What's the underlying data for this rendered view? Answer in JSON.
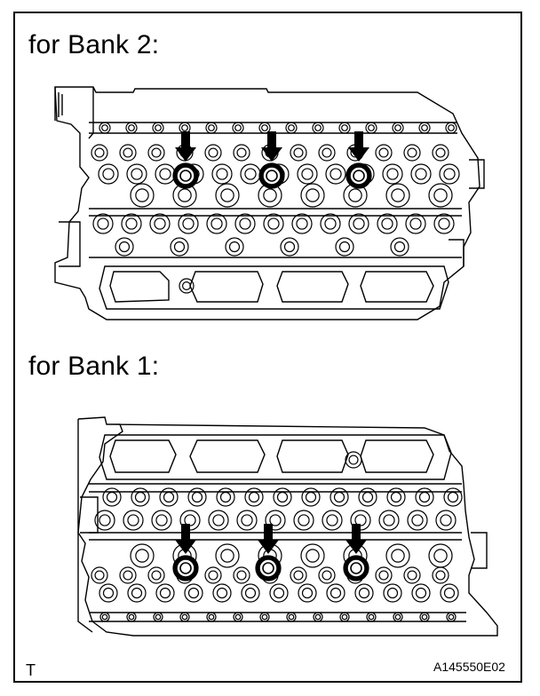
{
  "figure": {
    "bank2_label": "for Bank 2:",
    "bank1_label": "for Bank 1:",
    "corner_mark": "T",
    "figure_code": "A145550E02"
  },
  "colors": {
    "line": "#000000",
    "background": "#ffffff"
  },
  "icons": {
    "pointer": "down-arrow-icon",
    "highlighted_part": "marked-plug-hole-icon"
  }
}
